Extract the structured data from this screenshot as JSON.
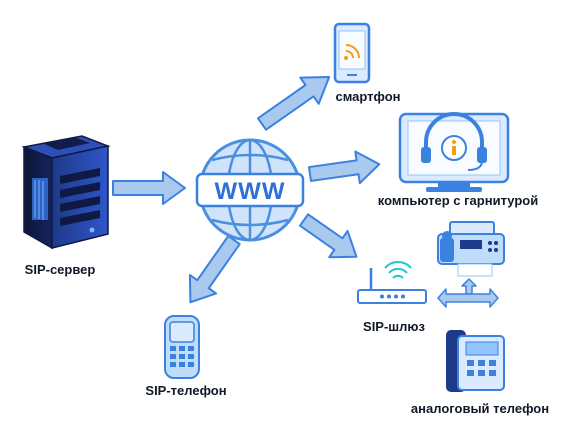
{
  "nodes": {
    "sip_server": {
      "label": "SIP-сервер",
      "icon": "server-rack-icon"
    },
    "internet": {
      "label": "WWW",
      "icon": "globe-icon"
    },
    "smartphone": {
      "label": "смартфон",
      "icon": "smartphone-icon"
    },
    "computer": {
      "label": "компьютер с гарнитурой",
      "icon": "monitor-headset-icon"
    },
    "sip_gateway": {
      "label": "SIP-шлюз",
      "icon": "router-icon"
    },
    "fax": {
      "icon": "fax-machine-icon"
    },
    "sip_phone": {
      "label": "SIP-телефон",
      "icon": "ip-phone-icon"
    },
    "analog_phone": {
      "label": "аналоговый телефон",
      "icon": "desk-phone-icon"
    }
  },
  "colors": {
    "arrow_fill": "#a9c9ee",
    "arrow_stroke": "#3b82e0",
    "device_blue": "#4a8fe0",
    "device_light": "#bfdcfb",
    "server_dark": "#0f1a44",
    "server_accent": "#4f7df0",
    "label": "#111827"
  }
}
